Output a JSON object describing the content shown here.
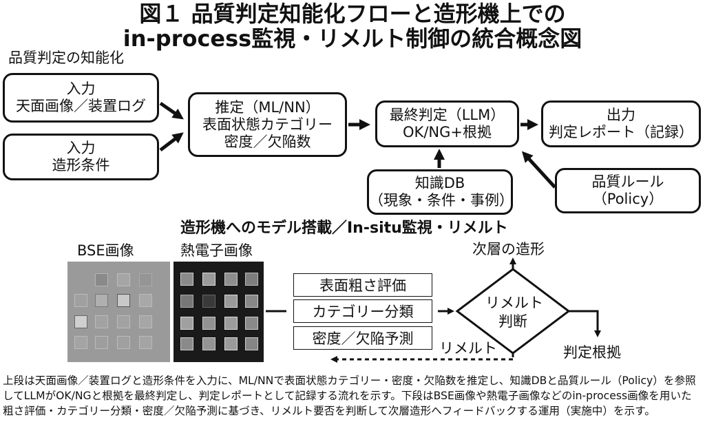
{
  "title": {
    "line1": "図１ 品質判定知能化フローと造形機上での",
    "line2": "in-process監視・リメルト制御の統合概念図"
  },
  "upper": {
    "section_label": "品質判定の知能化",
    "input1": {
      "l1": "入力",
      "l2": "天面画像／装置ログ"
    },
    "input2": {
      "l1": "入力",
      "l2": "造形条件"
    },
    "estimate": {
      "l1": "推定（ML/NN）",
      "l2": "表面状態カテゴリー",
      "l3": "密度／欠陥数"
    },
    "final": {
      "l1": "最終判定（LLM）",
      "l2": "OK/NG+根拠"
    },
    "output": {
      "l1": "出力",
      "l2": "判定レポート（記録）"
    },
    "kb": {
      "l1": "知識DB",
      "l2": "（現象・条件・事例）"
    },
    "rule": {
      "l1": "品質ルール",
      "l2": "（Policy）"
    }
  },
  "lower": {
    "section_label": "造形機へのモデル搭載／In-situ監視・リメルト",
    "bse_label": "BSE画像",
    "thermal_label": "熱電子画像",
    "tasks": [
      "表面粗さ評価",
      "カテゴリー分類",
      "密度／欠陥予測"
    ],
    "decision": {
      "l1": "リメルト",
      "l2": "判断"
    },
    "next_layer": "次層の造形",
    "basis": "判定根拠",
    "remelt": "リメルト"
  },
  "caption": "上段は天面画像／装置ログと造形条件を入力に、ML/NNで表面状態カテゴリー・密度・欠陥数を推定し、知識DBと品質ルール（Policy）を参照してLLMがOK/NGと根拠を最終判定し、判定レポートとして記録する流れを示す。下段はBSE画像や熱電子画像などのin-process画像を用いた粗さ評価・カテゴリー分類・密度／欠陥予測に基づき、リメルト要否を判断して次層造形へフィードバックする運用（実施中）を示す。",
  "colors": {
    "ink": "#111111",
    "bse_bg": "#9a9a9a",
    "thermal_bg": "#1a1a1a"
  }
}
